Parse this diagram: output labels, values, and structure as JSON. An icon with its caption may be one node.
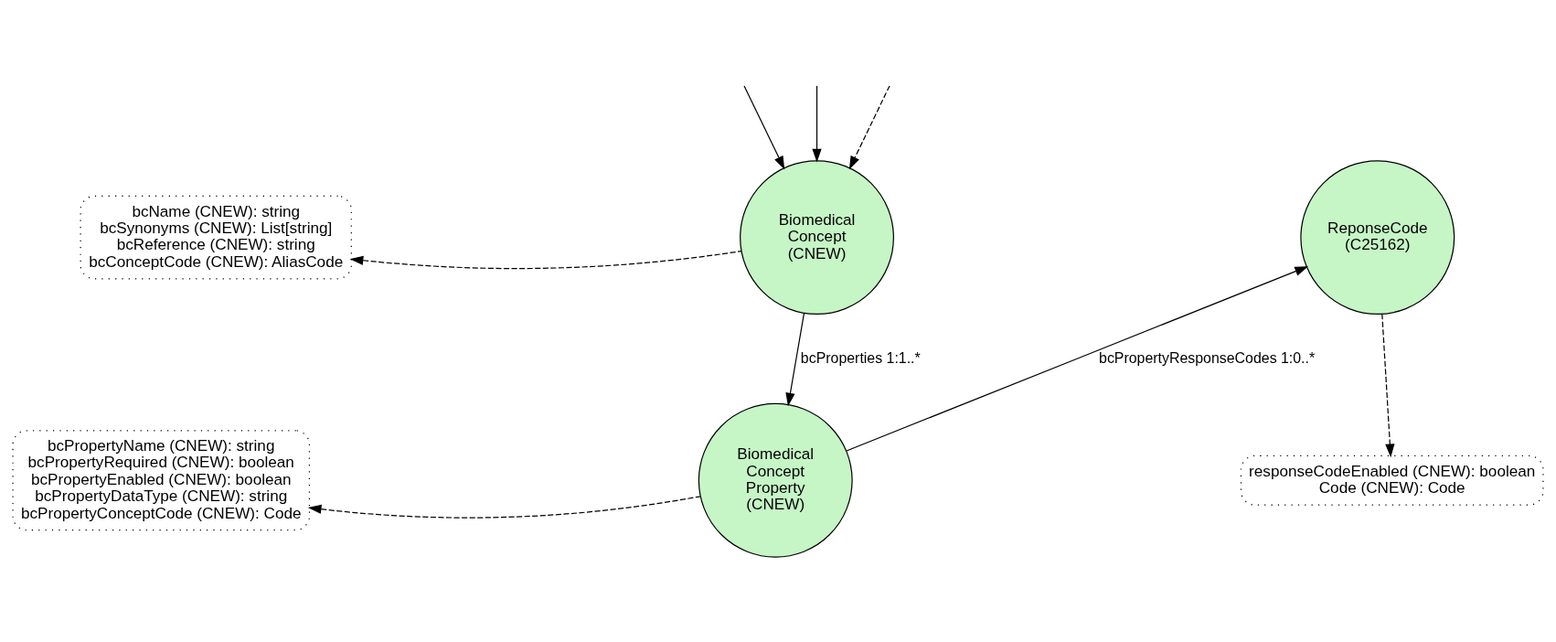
{
  "diagram": {
    "nodes": [
      {
        "text": [
          "Biomedical Concept (CNEW)"
        ]
      },
      {
        "text": [
          "bcName (CNEW): string",
          "bcSynonyms (CNEW): List[string]",
          "bcReference (CNEW): string",
          "bcConceptCode (CNEW): AliasCode"
        ]
      },
      {
        "text": [
          "ReponseCode (C25162)"
        ]
      },
      {
        "text": [
          "Biomedical Concept Property (CNEW)"
        ]
      },
      {
        "text": [
          "bcPropertyName (CNEW): string",
          "bcPropertyRequired (CNEW): boolean",
          "bcPropertyEnabled (CNEW): boolean",
          "bcPropertyDataType (CNEW): string",
          "bcPropertyConceptCode (CNEW): Code"
        ]
      },
      {
        "text": [
          "responseCodeEnabled (CNEW): boolean",
          "Code (CNEW): Code"
        ]
      }
    ],
    "edges": [
      {
        "from": null,
        "to": 0,
        "arrow": "to",
        "style": "dashed"
      },
      {
        "from": null,
        "to": 0,
        "arrow": "to"
      },
      {
        "from": null,
        "to": 0,
        "arrow": "to"
      },
      {
        "from": 0,
        "to": 1,
        "arrow": "to",
        "style": "dashed"
      },
      {
        "from": 0,
        "to": 3,
        "arrow": "to",
        "label": "bcProperties 1:1..*"
      },
      {
        "from": 3,
        "to": 2,
        "arrow": "to",
        "label": "bcPropertyResponseCodes 1:0..*"
      },
      {
        "from": 2,
        "to": 5,
        "arrow": "to",
        "style": "dashed"
      },
      {
        "from": 3,
        "to": 4,
        "arrow": "to",
        "style": "dashed"
      }
    ]
  }
}
